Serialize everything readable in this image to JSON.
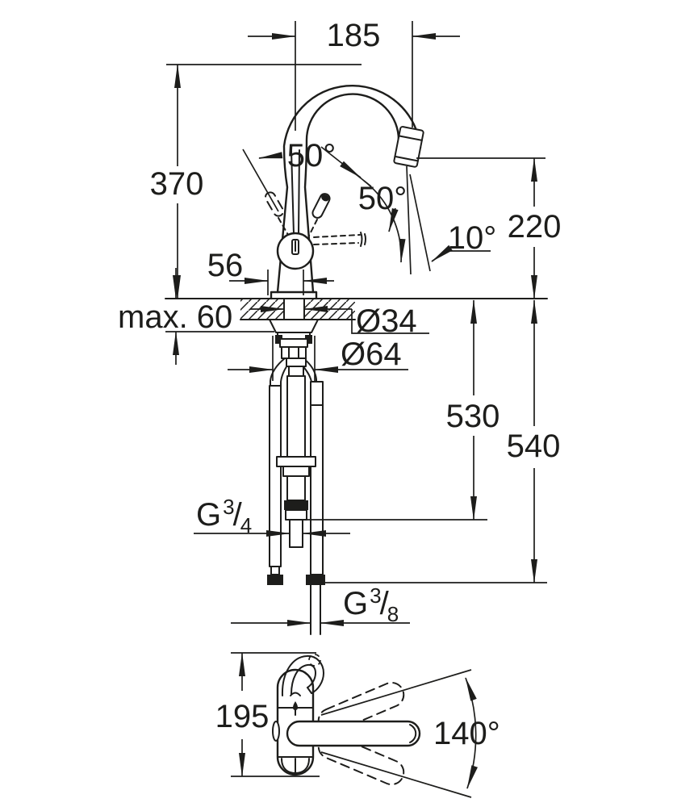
{
  "drawing": {
    "line_color": "#1d1d1b",
    "background_color": "#ffffff"
  },
  "front_view": {
    "spout_reach": "185",
    "lever_swing_top": "50°",
    "lever_swing_side": "50°",
    "height_above_deck": "370",
    "spray_head_angle": "10°",
    "outlet_height": "220",
    "center_offset": "56",
    "deck_thickness": "max. 60",
    "shank_diameter": "Ø34",
    "base_diameter": "Ø64",
    "hose_drop_inner": "530",
    "hose_drop_outer": "540",
    "thread_pullout": {
      "prefix": "G",
      "numerator": "3",
      "slash": "/",
      "denominator": "4"
    },
    "thread_supply": {
      "prefix": "G",
      "numerator": "3",
      "slash": "/",
      "denominator": "8"
    }
  },
  "top_view": {
    "body_length": "195",
    "swivel_range": "140°"
  }
}
